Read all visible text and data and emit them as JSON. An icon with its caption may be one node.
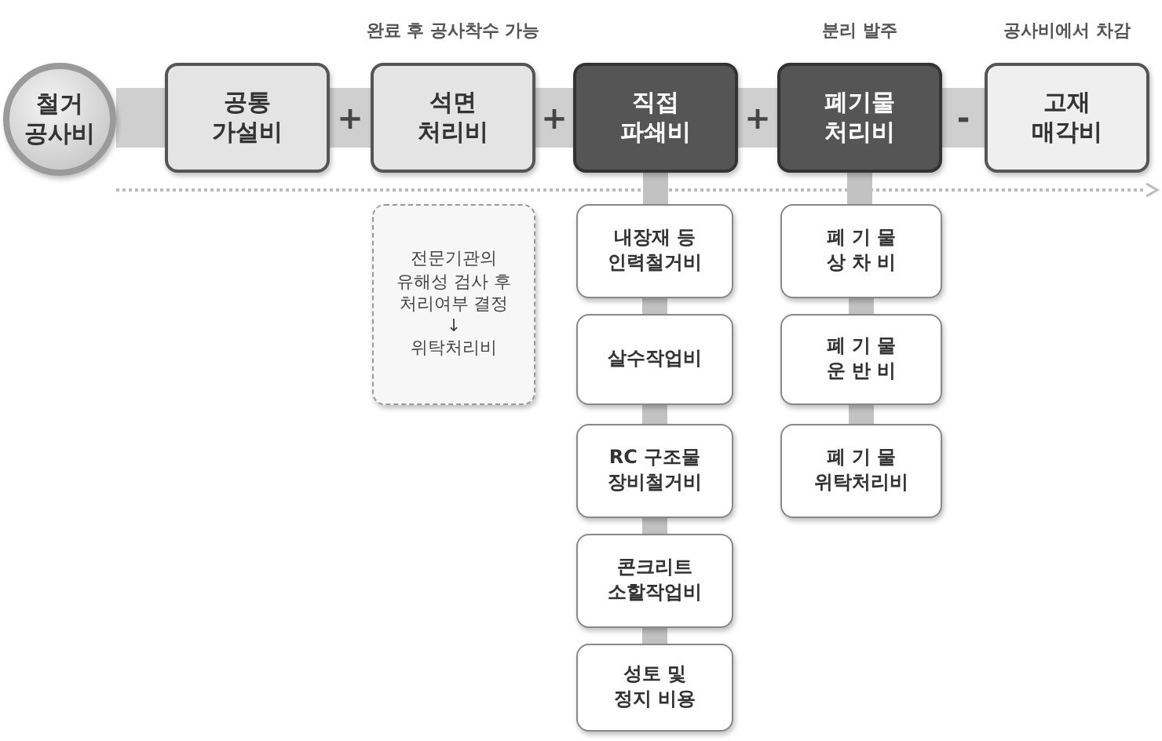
{
  "diagram": {
    "nodes": [
      {
        "text": [
          "철거 공사비"
        ]
      },
      {
        "text": [
          "공통 가설비"
        ]
      },
      {
        "text": [
          "석면 처리비"
        ],
        "beside": [
          "완료 후 공사착수 가능"
        ]
      },
      {
        "text": [
          "직접 파쇄비"
        ]
      },
      {
        "text": [
          "폐기물 처리비"
        ],
        "beside": [
          "분리 발주"
        ]
      },
      {
        "text": [
          "고재 매각비"
        ],
        "beside": [
          "공사비에서 차감"
        ]
      },
      {
        "text": [
          "전문기관의 유해성 검사 후 처리여부 결정",
          "↓",
          "위탁처리비"
        ]
      },
      {
        "text": [
          "내장재 등 인력철거비"
        ]
      },
      {
        "text": [
          "살수작업비"
        ]
      },
      {
        "text": [
          "RC 구조물 장비철거비"
        ]
      },
      {
        "text": [
          "콘크리트 소할작업비"
        ]
      },
      {
        "text": [
          "성토 및 정지 비용"
        ]
      },
      {
        "text": [
          "폐 기 물 상 차 비"
        ]
      },
      {
        "text": [
          "폐 기 물 운 반 비"
        ]
      },
      {
        "text": [
          "폐 기 물 위탁처리비"
        ]
      }
    ],
    "edges": [
      {
        "from": 0,
        "to": 1,
        "arrow": "none",
        "style": "thick"
      },
      {
        "from": 1,
        "to": 2,
        "arrow": "none",
        "label": "+",
        "style": "thick"
      },
      {
        "from": 2,
        "to": 3,
        "arrow": "none",
        "label": "+",
        "style": "thick"
      },
      {
        "from": 3,
        "to": 4,
        "arrow": "none",
        "label": "+",
        "style": "thick"
      },
      {
        "from": 4,
        "to": 5,
        "arrow": "none",
        "label": "-",
        "style": "thick"
      },
      {
        "from": 3,
        "to": 7,
        "arrow": "none"
      },
      {
        "from": 7,
        "to": 8,
        "arrow": "none"
      },
      {
        "from": 8,
        "to": 9,
        "arrow": "none"
      },
      {
        "from": 9,
        "to": 10,
        "arrow": "none"
      },
      {
        "from": 10,
        "to": 11,
        "arrow": "none"
      },
      {
        "from": 4,
        "to": 12,
        "arrow": "none"
      },
      {
        "from": 12,
        "to": 13,
        "arrow": "none"
      },
      {
        "from": 13,
        "to": 14,
        "arrow": "none"
      }
    ]
  }
}
